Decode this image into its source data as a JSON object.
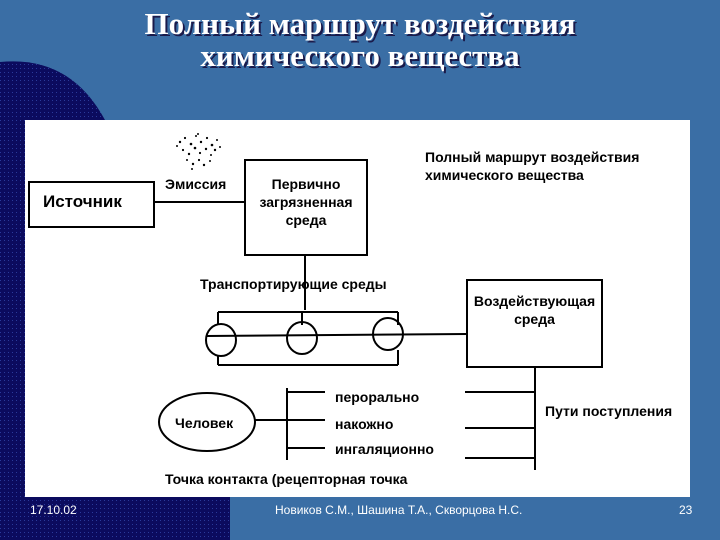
{
  "slide": {
    "title_line1": "Полный маршрут воздействия",
    "title_line2": "химического вещества"
  },
  "diagram": {
    "source_label": "Источник",
    "emission_label": "Эмиссия",
    "primary_env_line1": "Первично",
    "primary_env_line2": "загрязненная",
    "primary_env_line3": "среда",
    "caption_line1": "Полный маршрут воздействия",
    "caption_line2": "химического вещества",
    "transport_label": "Транспортирующие среды",
    "exposure_env_line1": "Воздействующая",
    "exposure_env_line2": "среда",
    "human_label": "Человек",
    "routes": [
      "перорально",
      "накожно",
      "ингаляционно"
    ],
    "routes_label": "Пути поступления",
    "contact_label": "Точка контакта (рецепторная точка"
  },
  "footer": {
    "date": "17.10.02",
    "authors": "Новиков С.М., Шашина Т.А., Скворцова Н.С.",
    "page": "23"
  },
  "colors": {
    "background": "#3a6ea5",
    "dark_accent": "#0a0a5a",
    "diagram_background": "#ffffff"
  }
}
